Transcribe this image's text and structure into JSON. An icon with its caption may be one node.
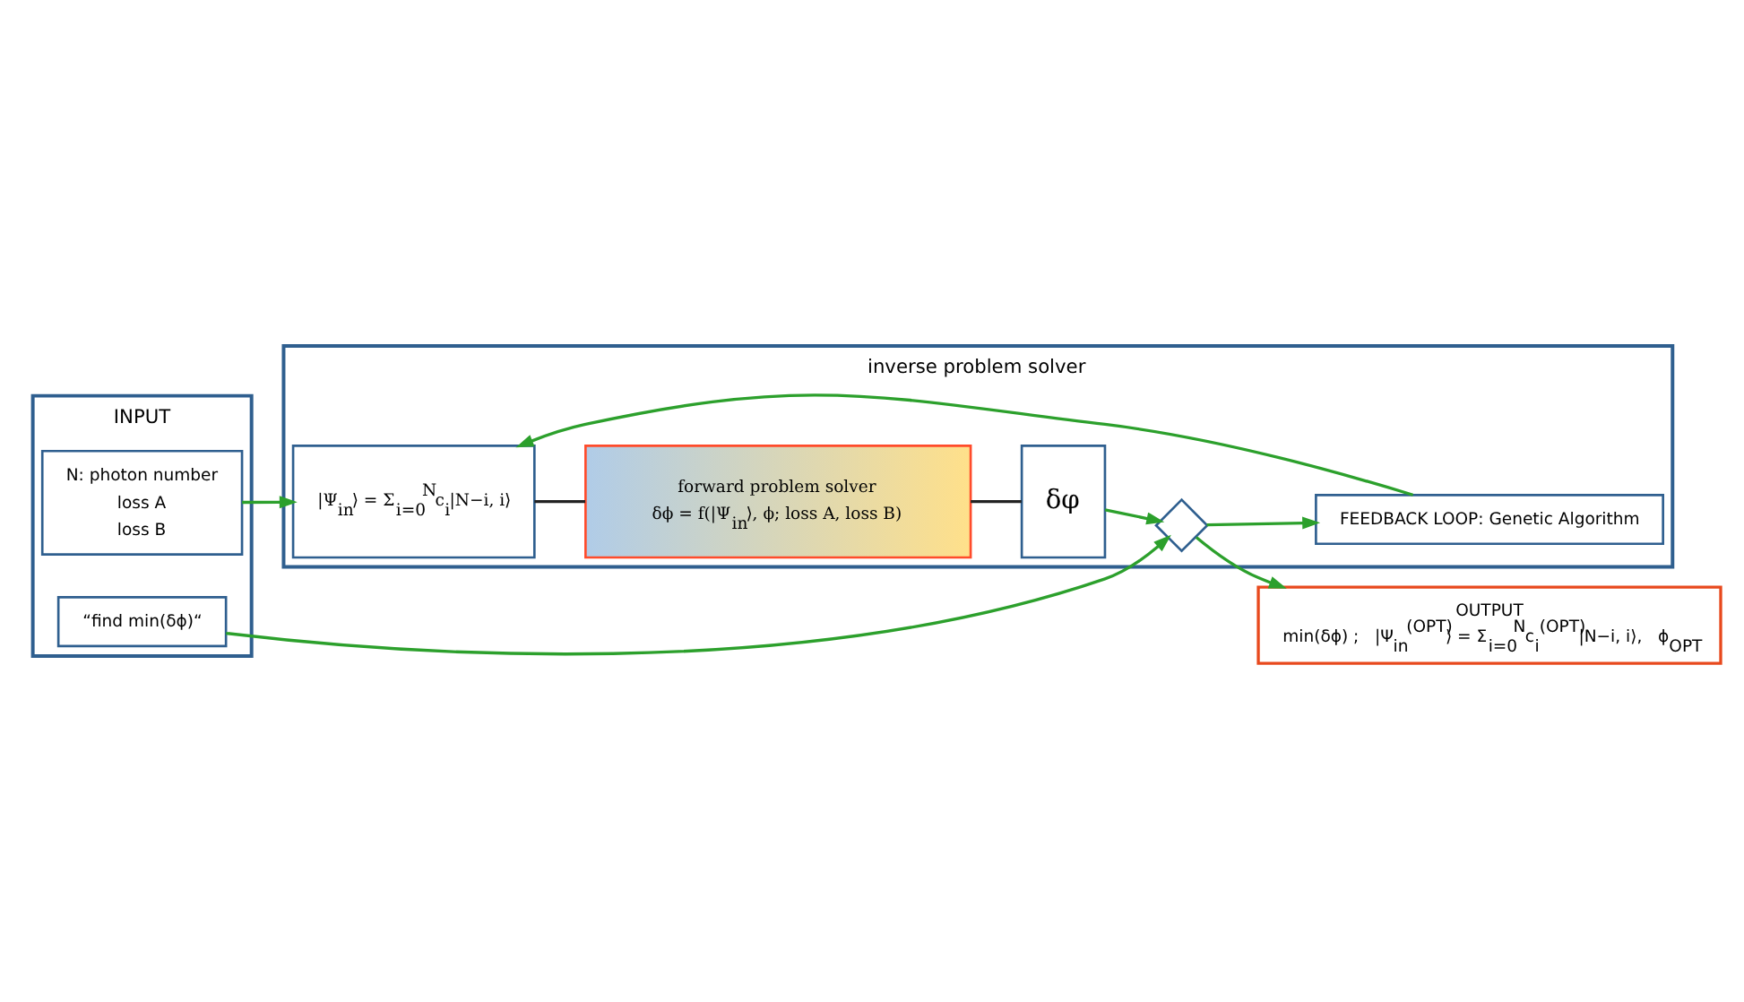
{
  "diagram": {
    "nodes": [
      {
        "text": [
          "INPUT"
        ]
      },
      {
        "text": [
          "“find min(δϕ)“"
        ],
        "in": 0
      },
      {
        "text": [
          "N: photon number",
          "loss A",
          "loss B"
        ],
        "in": 0
      },
      {
        "text": [
          "inverse problem solver"
        ]
      },
      {
        "text": [
          "|Ψ$_{in}$⟩ = Σ$_{i=0}$$^{N}$c$_{i}$|N−i, i⟩"
        ],
        "in": 3
      },
      {
        "text": [
          "forward problem solver",
          "δϕ = f(|Ψ$_{in}$⟩, ϕ; loss A, loss B)"
        ],
        "in": 3
      },
      {
        "text": [
          "δφ"
        ],
        "in": 3
      },
      {
        "text": [],
        "shape": "diamond",
        "in": 3
      },
      {
        "text": [
          "FEEDBACK LOOP: Genetic Algorithm"
        ],
        "in": 3
      },
      {
        "text": [
          "OUTPUT",
          "min(δϕ) ;   |Ψ$_{in}$$^{(OPT)}$⟩ = Σ$_{i=0}$$^{N}$c$_{i}$$^{(OPT)}$|N−i, i⟩,   ϕ$_{OPT}$"
        ]
      }
    ],
    "edges": [
      {
        "from": 1,
        "to": 7,
        "arrow": "to"
      },
      {
        "from": 2,
        "to": 4,
        "arrow": "to"
      },
      {
        "from": 4,
        "to": 5,
        "arrow": "none",
        "color": "#222222"
      },
      {
        "from": 5,
        "to": 6,
        "arrow": "none",
        "color": "#222222"
      },
      {
        "from": 6,
        "to": 7,
        "arrow": "to"
      },
      {
        "from": 7,
        "to": 8,
        "arrow": "to"
      },
      {
        "from": 8,
        "to": 4,
        "arrow": "to"
      },
      {
        "from": 7,
        "to": 9,
        "arrow": "to"
      }
    ]
  }
}
